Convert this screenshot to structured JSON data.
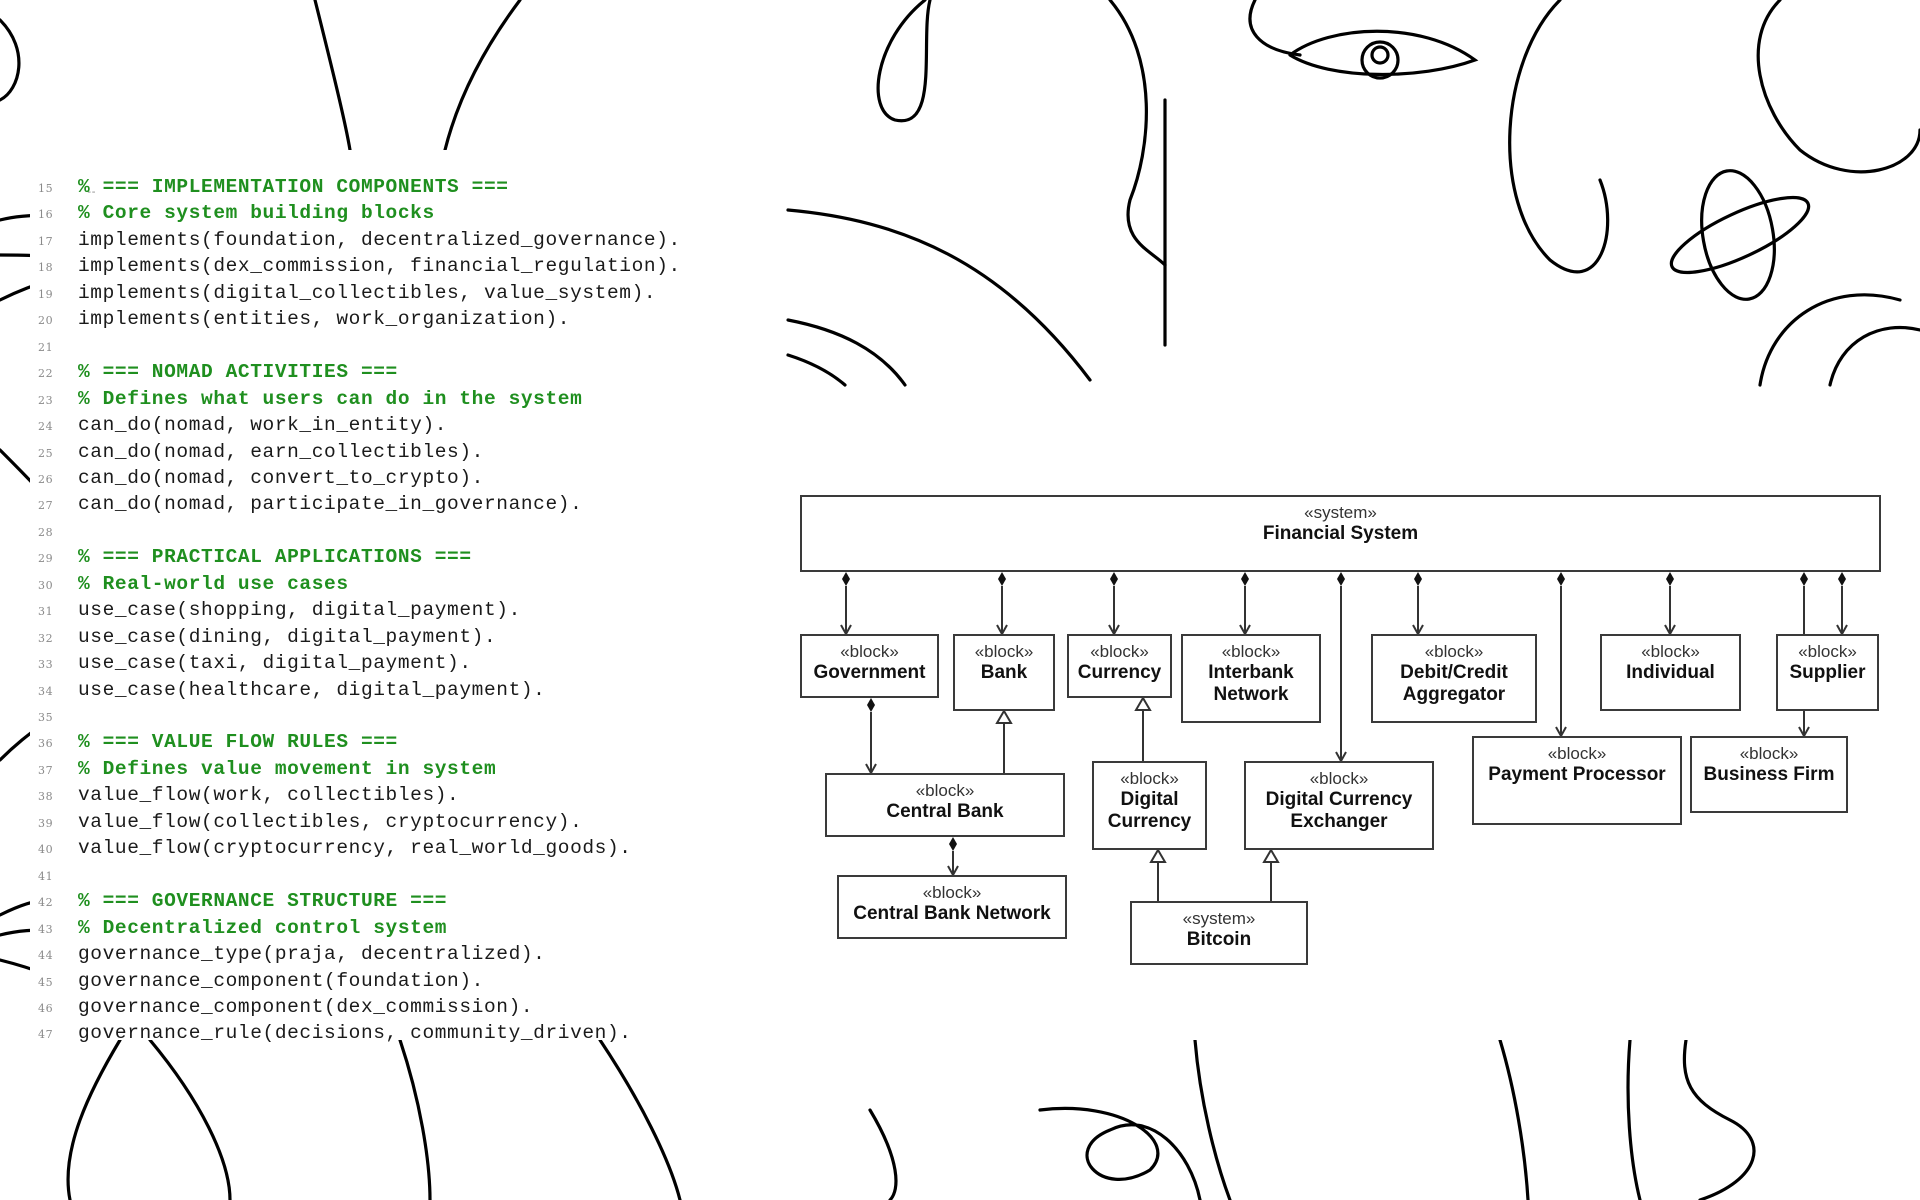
{
  "code": {
    "truncated_line_marker": "--",
    "lines": [
      {
        "num": "15",
        "text": "% === IMPLEMENTATION COMPONENTS ===",
        "kind": "comment"
      },
      {
        "num": "16",
        "text": "% Core system building blocks",
        "kind": "comment"
      },
      {
        "num": "17",
        "text": "implements(foundation, decentralized_governance).",
        "kind": "code"
      },
      {
        "num": "18",
        "text": "implements(dex_commission, financial_regulation).",
        "kind": "code"
      },
      {
        "num": "19",
        "text": "implements(digital_collectibles, value_system).",
        "kind": "code"
      },
      {
        "num": "20",
        "text": "implements(entities, work_organization).",
        "kind": "code"
      },
      {
        "num": "21",
        "text": "",
        "kind": "blank"
      },
      {
        "num": "22",
        "text": "% === NOMAD ACTIVITIES ===",
        "kind": "comment"
      },
      {
        "num": "23",
        "text": "% Defines what users can do in the system",
        "kind": "comment"
      },
      {
        "num": "24",
        "text": "can_do(nomad, work_in_entity).",
        "kind": "code"
      },
      {
        "num": "25",
        "text": "can_do(nomad, earn_collectibles).",
        "kind": "code"
      },
      {
        "num": "26",
        "text": "can_do(nomad, convert_to_crypto).",
        "kind": "code"
      },
      {
        "num": "27",
        "text": "can_do(nomad, participate_in_governance).",
        "kind": "code"
      },
      {
        "num": "28",
        "text": "",
        "kind": "blank"
      },
      {
        "num": "29",
        "text": "% === PRACTICAL APPLICATIONS ===",
        "kind": "comment"
      },
      {
        "num": "30",
        "text": "% Real-world use cases",
        "kind": "comment"
      },
      {
        "num": "31",
        "text": "use_case(shopping, digital_payment).",
        "kind": "code"
      },
      {
        "num": "32",
        "text": "use_case(dining, digital_payment).",
        "kind": "code"
      },
      {
        "num": "33",
        "text": "use_case(taxi, digital_payment).",
        "kind": "code"
      },
      {
        "num": "34",
        "text": "use_case(healthcare, digital_payment).",
        "kind": "code"
      },
      {
        "num": "35",
        "text": "",
        "kind": "blank"
      },
      {
        "num": "36",
        "text": "% === VALUE FLOW RULES ===",
        "kind": "comment"
      },
      {
        "num": "37",
        "text": "% Defines value movement in system",
        "kind": "comment"
      },
      {
        "num": "38",
        "text": "value_flow(work, collectibles).",
        "kind": "code"
      },
      {
        "num": "39",
        "text": "value_flow(collectibles, cryptocurrency).",
        "kind": "code"
      },
      {
        "num": "40",
        "text": "value_flow(cryptocurrency, real_world_goods).",
        "kind": "code"
      },
      {
        "num": "41",
        "text": "",
        "kind": "blank"
      },
      {
        "num": "42",
        "text": "% === GOVERNANCE STRUCTURE ===",
        "kind": "comment"
      },
      {
        "num": "43",
        "text": "% Decentralized control system",
        "kind": "comment"
      },
      {
        "num": "44",
        "text": "governance_type(praja, decentralized).",
        "kind": "code"
      },
      {
        "num": "45",
        "text": "governance_component(foundation).",
        "kind": "code"
      },
      {
        "num": "46",
        "text": "governance_component(dex_commission).",
        "kind": "code"
      },
      {
        "num": "47",
        "text": "governance_rule(decisions, community_driven).",
        "kind": "code"
      }
    ],
    "colors": {
      "comment": "#1f8f1f",
      "code": "#1a1a1a",
      "line_number": "#8a8a8a"
    }
  },
  "diagram": {
    "root": {
      "id": "financial-system",
      "stereotype": "«system»",
      "name": "Financial System"
    },
    "blocks": [
      {
        "id": "government",
        "stereotype": "«block»",
        "name": "Government"
      },
      {
        "id": "bank",
        "stereotype": "«block»",
        "name": "Bank"
      },
      {
        "id": "currency",
        "stereotype": "«block»",
        "name": "Currency"
      },
      {
        "id": "interbank-network",
        "stereotype": "«block»",
        "name": "Interbank Network"
      },
      {
        "id": "debit-credit-aggregator",
        "stereotype": "«block»",
        "name": "Debit/Credit Aggregator"
      },
      {
        "id": "individual",
        "stereotype": "«block»",
        "name": "Individual"
      },
      {
        "id": "supplier",
        "stereotype": "«block»",
        "name": "Supplier"
      },
      {
        "id": "central-bank",
        "stereotype": "«block»",
        "name": "Central Bank"
      },
      {
        "id": "digital-currency",
        "stereotype": "«block»",
        "name": "Digital Currency"
      },
      {
        "id": "digital-currency-exchanger",
        "stereotype": "«block»",
        "name": "Digital Currency Exchanger"
      },
      {
        "id": "payment-processor",
        "stereotype": "«block»",
        "name": "Payment Processor"
      },
      {
        "id": "business-firm",
        "stereotype": "«block»",
        "name": "Business Firm"
      },
      {
        "id": "central-bank-network",
        "stereotype": "«block»",
        "name": "Central Bank Network"
      },
      {
        "id": "bitcoin",
        "stereotype": "«system»",
        "name": "Bitcoin"
      }
    ],
    "relations": [
      {
        "type": "composition",
        "from": "financial-system",
        "to": "government"
      },
      {
        "type": "composition",
        "from": "financial-system",
        "to": "bank"
      },
      {
        "type": "composition",
        "from": "financial-system",
        "to": "currency"
      },
      {
        "type": "composition",
        "from": "financial-system",
        "to": "interbank-network"
      },
      {
        "type": "composition",
        "from": "financial-system",
        "to": "digital-currency-exchanger"
      },
      {
        "type": "composition",
        "from": "financial-system",
        "to": "debit-credit-aggregator"
      },
      {
        "type": "composition",
        "from": "financial-system",
        "to": "payment-processor"
      },
      {
        "type": "composition",
        "from": "financial-system",
        "to": "individual"
      },
      {
        "type": "composition",
        "from": "financial-system",
        "to": "business-firm"
      },
      {
        "type": "composition",
        "from": "financial-system",
        "to": "supplier"
      },
      {
        "type": "composition",
        "from": "government",
        "to": "central-bank"
      },
      {
        "type": "composition",
        "from": "central-bank",
        "to": "central-bank-network"
      },
      {
        "type": "generalization",
        "from": "central-bank",
        "to": "bank"
      },
      {
        "type": "generalization",
        "from": "digital-currency",
        "to": "currency"
      },
      {
        "type": "generalization",
        "from": "bitcoin",
        "to": "digital-currency"
      },
      {
        "type": "generalization",
        "from": "bitcoin",
        "to": "digital-currency-exchanger"
      }
    ]
  }
}
